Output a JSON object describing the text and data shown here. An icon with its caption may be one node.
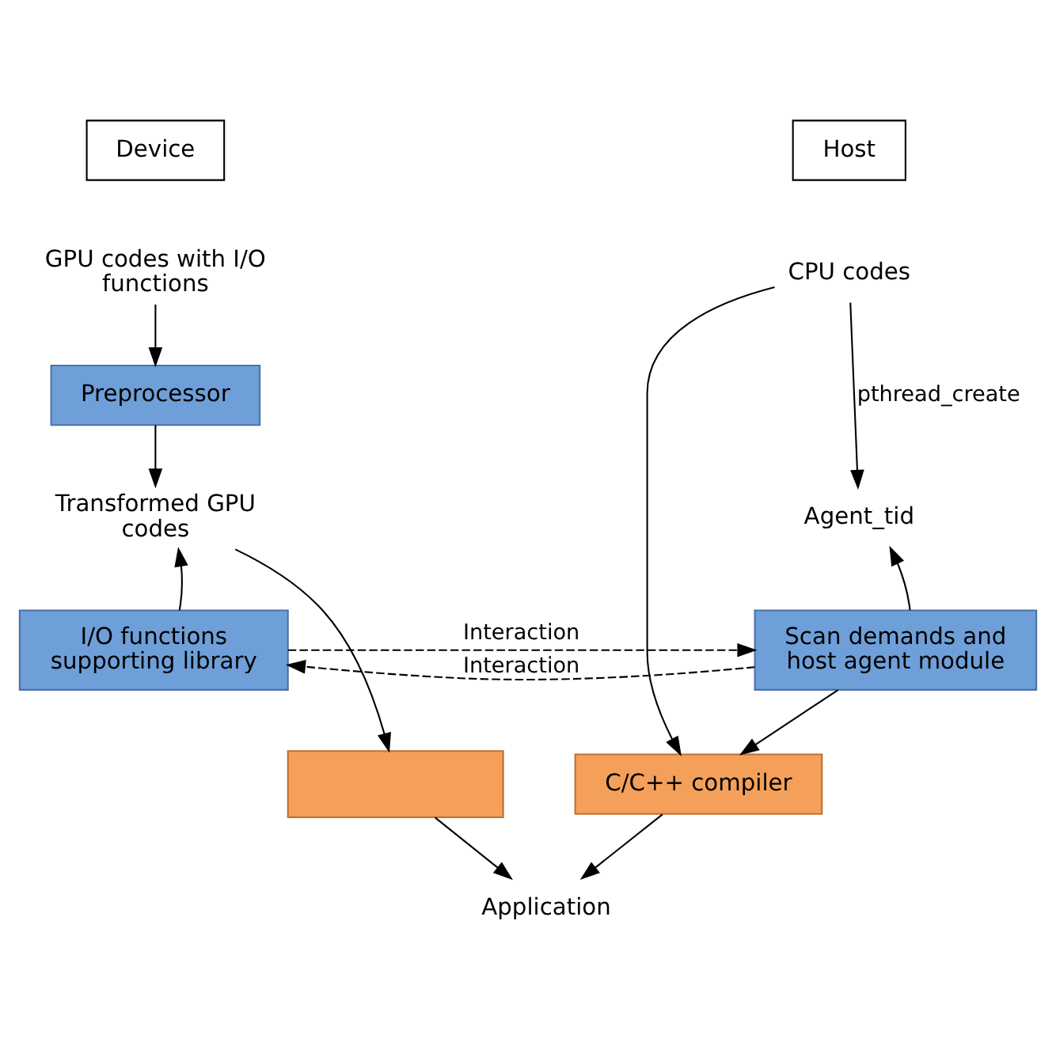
{
  "diagram": {
    "nodes": [
      {
        "text": [
          "Device"
        ]
      },
      {
        "text": [
          "Host"
        ]
      },
      {
        "text": [
          "GPU codes with I/O functions"
        ]
      },
      {
        "text": [
          "Preprocessor"
        ]
      },
      {
        "text": [
          "Transformed GPU codes"
        ]
      },
      {
        "text": [
          "I/O functions supporting library"
        ]
      },
      {
        "text": [],
        "shape": "box"
      },
      {
        "text": [
          "CPU codes"
        ]
      },
      {
        "text": [
          "Agent_tid"
        ]
      },
      {
        "text": [
          "Scan demands and host agent module"
        ]
      },
      {
        "text": [
          "C/C++ compiler"
        ]
      },
      {
        "text": [
          "Application"
        ]
      }
    ],
    "edges": [
      {
        "from": 2,
        "to": 3,
        "arrow": "to"
      },
      {
        "from": 3,
        "to": 4,
        "arrow": "to"
      },
      {
        "from": 5,
        "to": 4,
        "arrow": "to"
      },
      {
        "from": 4,
        "to": 6,
        "arrow": "to"
      },
      {
        "from": 5,
        "to": 9,
        "arrow": "to",
        "label": "Interaction",
        "style": "dashed"
      },
      {
        "from": 9,
        "to": 5,
        "arrow": "to",
        "label": "Interaction",
        "style": "dashed"
      },
      {
        "from": 7,
        "to": 10,
        "arrow": "to"
      },
      {
        "from": 7,
        "to": 8,
        "arrow": "to",
        "label": "pthread_create"
      },
      {
        "from": 9,
        "to": 8,
        "arrow": "to"
      },
      {
        "from": 9,
        "to": 10,
        "arrow": "to"
      },
      {
        "from": 6,
        "to": 11,
        "arrow": "to"
      },
      {
        "from": 10,
        "to": 11,
        "arrow": "to"
      }
    ]
  }
}
